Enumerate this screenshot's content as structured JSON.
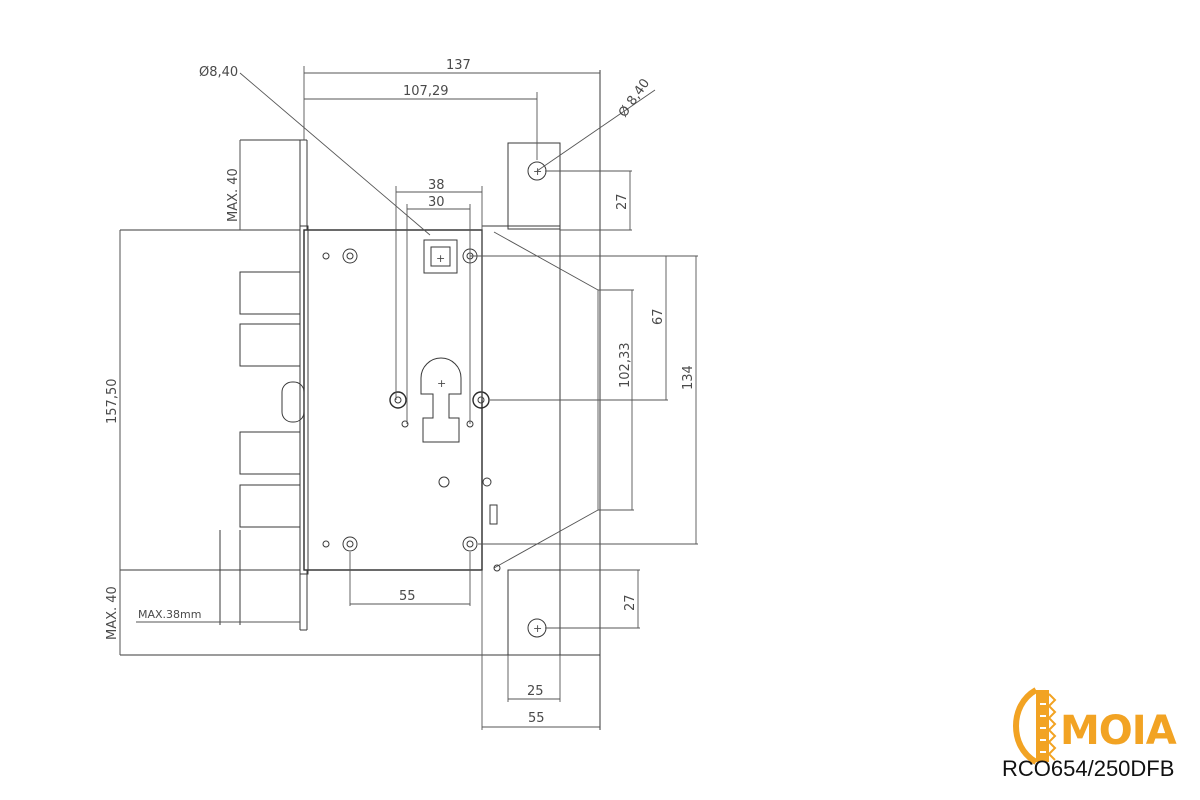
{
  "brand": {
    "name": "MOIA",
    "model": "RCO654/250DFB",
    "color": "#f2a323"
  },
  "dimensions": {
    "overall_width": "137",
    "bolt_spacing": "107,29",
    "hole_diameter_top": "Ø8,40",
    "hole_diameter_right": "Ø 8,40",
    "spindle_outer": "38",
    "spindle_inner": "30",
    "max_top": "MAX. 40",
    "height_total": "157,50",
    "strike_offset_top": "27",
    "distance_67": "67",
    "distance_102": "102,33",
    "distance_134": "134",
    "backset_55": "55",
    "max_bottom": "MAX. 40",
    "max_38": "MAX.38mm",
    "strike_offset_bottom": "27",
    "strike_width_25": "25",
    "strike_width_55": "55"
  }
}
